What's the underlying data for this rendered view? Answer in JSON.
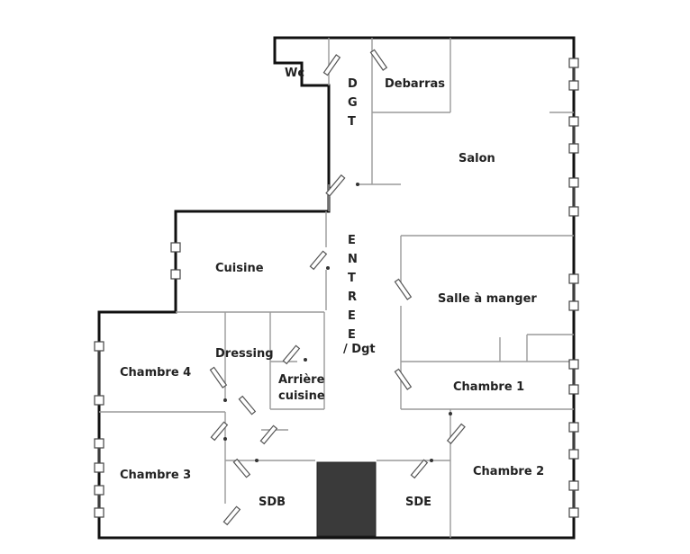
{
  "rooms": {
    "wc": "Wc",
    "dgt_top": "DGT",
    "debarras": "Debarras",
    "salon": "Salon",
    "entree": "ENTREE",
    "entree_dgt": "/ Dgt",
    "cuisine": "Cuisine",
    "salle_a_manger": "Salle à manger",
    "dressing": "Dressing",
    "chambre4": "Chambre 4",
    "arriere": "Arrière",
    "cuisine2": "cuisine",
    "chambre1": "Chambre 1",
    "chambre3": "Chambre 3",
    "sdb": "SDB",
    "sde": "SDE",
    "chambre2": "Chambre 2"
  },
  "colors": {
    "wall": "#111111",
    "partition": "#9a9a9a",
    "dark_block": "#3a3a3a"
  }
}
